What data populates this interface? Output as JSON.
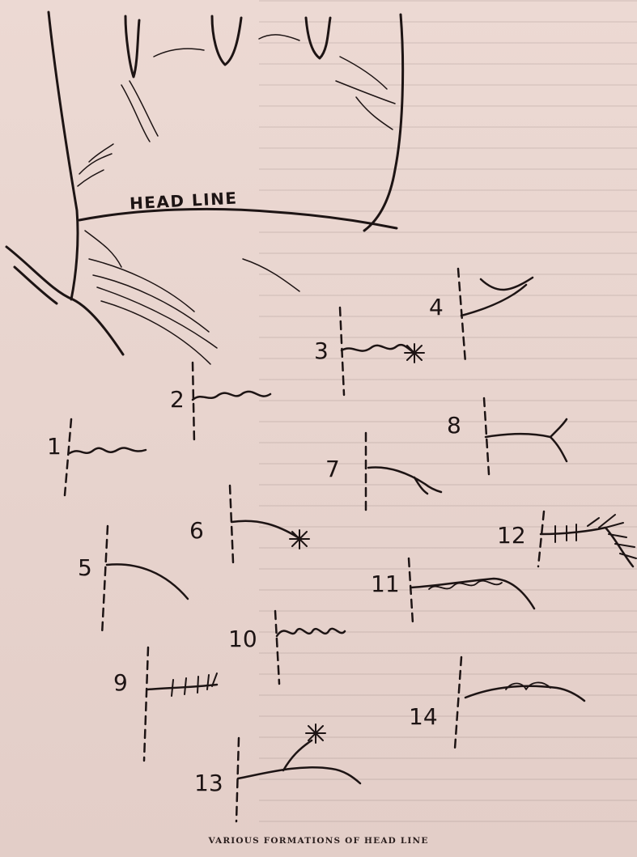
{
  "figure": {
    "head_line_label": "HEAD LINE",
    "caption": "VARIOUS FORMATIONS OF HEAD LINE",
    "numbers": [
      "1",
      "2",
      "3",
      "4",
      "5",
      "6",
      "7",
      "8",
      "9",
      "10",
      "11",
      "12",
      "13",
      "14"
    ]
  },
  "colors": {
    "paper": "#e9d6d0",
    "ink": "#1d1414"
  }
}
